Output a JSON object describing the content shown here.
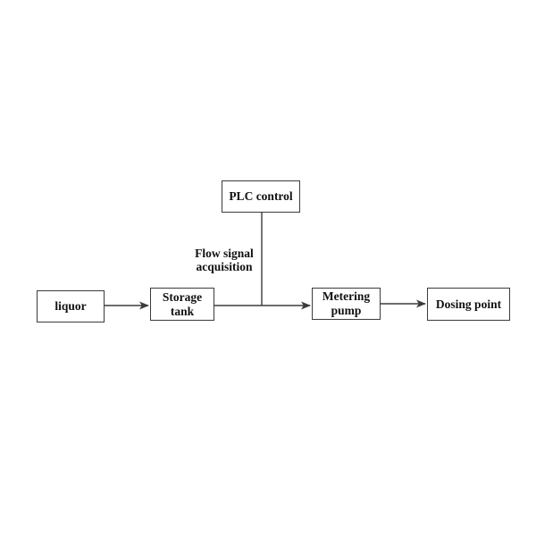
{
  "diagram": {
    "type": "process-flow-diagram",
    "background_color": "#ffffff",
    "line_color": "#3b3b3b",
    "text_color": "#111111",
    "nodes": {
      "liquor": {
        "label": "liquor"
      },
      "storage_tank": {
        "label": "Storage\ntank"
      },
      "plc_control": {
        "label": "PLC control"
      },
      "metering_pump": {
        "label": "Metering\npump"
      },
      "dosing_point": {
        "label": "Dosing point"
      }
    },
    "edges": [
      {
        "from": "liquor",
        "to": "storage_tank",
        "style": "arrow"
      },
      {
        "from": "storage_tank",
        "to": "metering_pump",
        "style": "arrow"
      },
      {
        "from": "metering_pump",
        "to": "dosing_point",
        "style": "arrow"
      },
      {
        "from": "plc_control",
        "to": "flow-line-junction",
        "style": "plain-line",
        "label": "Flow signal\nacquisition"
      }
    ],
    "edge_labels": {
      "flow_signal": "Flow signal\nacquisition"
    }
  }
}
